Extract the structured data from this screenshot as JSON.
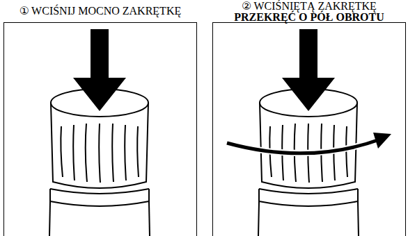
{
  "diagram": {
    "nodes": [
      {
        "text": [
          "①",
          "WCIŚNIJ MOCNO ZAKRĘTKĘ"
        ]
      },
      {
        "text": [
          "②",
          "WCIŚNIĘTĄ ZAKRĘTKĘ",
          "PRZEKRĘĆ O PÓŁ OBROTU"
        ]
      }
    ]
  }
}
